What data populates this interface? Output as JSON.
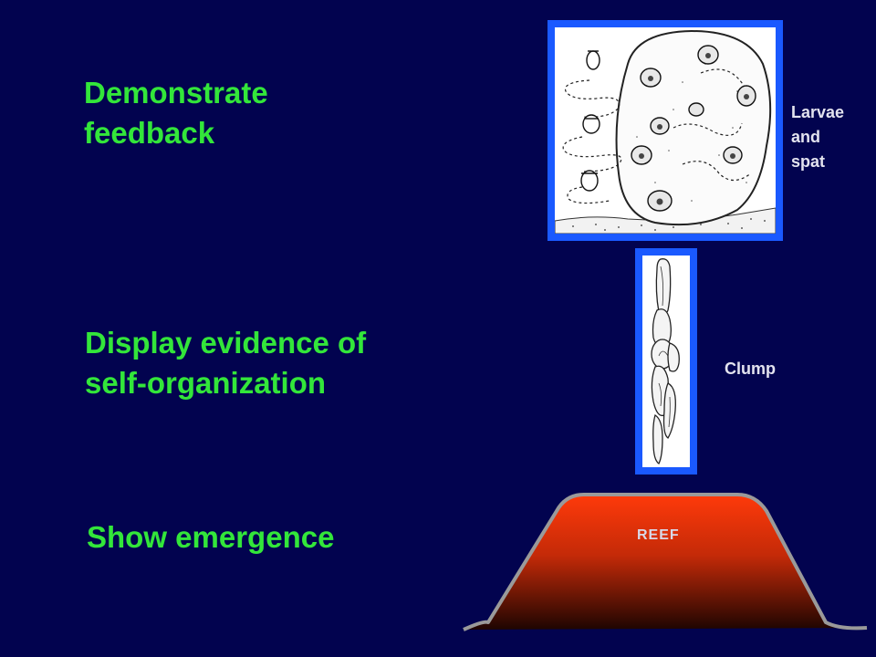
{
  "slide": {
    "background": "#02034f",
    "headline_color": "#33e63a",
    "frame_color": "#1a59ff",
    "headlines": [
      "Demonstrate\nfeedback",
      "Display evidence of\nself-organization",
      "Show emergence"
    ]
  },
  "figures": {
    "larvae_label": "Larvae\nand\nspat",
    "clump_label": "Clump",
    "reef_label": "REEF"
  }
}
